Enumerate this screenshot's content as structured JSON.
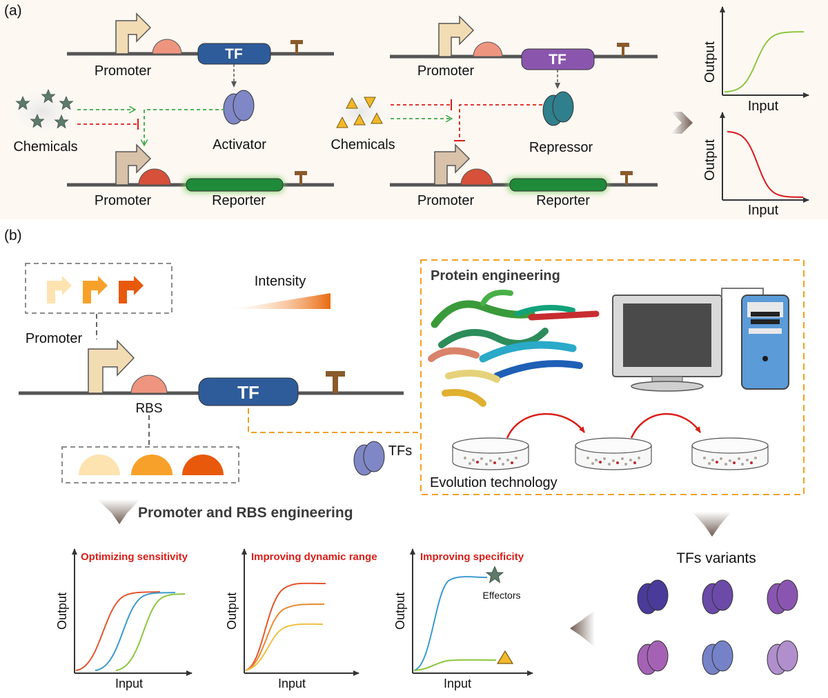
{
  "panel_a": {
    "label": "(a)",
    "activator_circuit": {
      "promoter_label": "Promoter",
      "tf_label": "TF",
      "protein_label": "Activator",
      "inducer_label": "Chemicals",
      "promoter2_label": "Promoter",
      "reporter_label": "Reporter"
    },
    "repressor_circuit": {
      "promoter_label": "Promoter",
      "tf_label": "TF",
      "protein_label": "Repressor",
      "inducer_label": "Chemicals",
      "promoter2_label": "Promoter",
      "reporter_label": "Reporter"
    },
    "response_plots": {
      "top": {
        "ylabel": "Output",
        "xlabel": "Input",
        "trend": "increasing",
        "color": "#8cc63f"
      },
      "bottom": {
        "ylabel": "Output",
        "xlabel": "Input",
        "trend": "decreasing",
        "color": "#d7191c"
      }
    }
  },
  "panel_b": {
    "label": "(b)",
    "promoter_label": "Promoter",
    "intensity_label": "Intensity",
    "rbs_label": "RBS",
    "tf_label": "TF",
    "tfs_label": "TFs",
    "protein_engineering_title": "Protein engineering",
    "evolution_label": "Evolution technology",
    "promoter_rbs_title": "Promoter and RBS engineering",
    "variants_title": "TFs variants",
    "variant_colors": [
      "#4a3a9a",
      "#6b4aa8",
      "#8a55b0",
      "#a562b5",
      "#7582c8",
      "#b08fcc"
    ],
    "strength_colors": [
      "#fde3b0",
      "#f7a12a",
      "#e8590c"
    ],
    "plots": [
      {
        "title": "Optimizing sensitivity",
        "xlabel": "Input",
        "ylabel": "Output"
      },
      {
        "title": "Improving dynamic range",
        "xlabel": "Input",
        "ylabel": "Output"
      },
      {
        "title": "Improving  specificity",
        "xlabel": "Input",
        "ylabel": "Output",
        "annotation": "Effectors"
      }
    ]
  }
}
